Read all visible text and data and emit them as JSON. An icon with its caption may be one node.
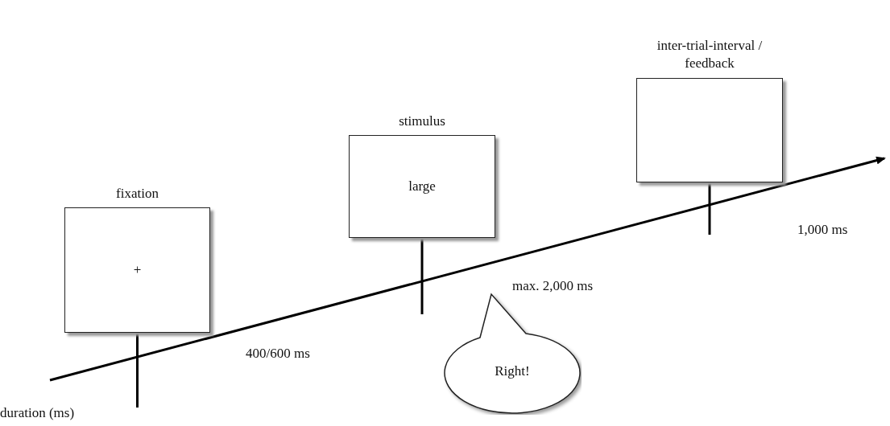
{
  "diagram": {
    "nodes": [
      {
        "text": [
          "fixation",
          "+"
        ]
      },
      {
        "text": [
          "stimulus",
          "large"
        ]
      },
      {
        "text": [
          "inter-trial-interval / feedback"
        ]
      },
      {
        "text": [
          "Right!"
        ]
      }
    ],
    "labels": [
      "400/600 ms",
      "max. 2,000 ms",
      "1,000 ms",
      "duration (ms)"
    ]
  }
}
